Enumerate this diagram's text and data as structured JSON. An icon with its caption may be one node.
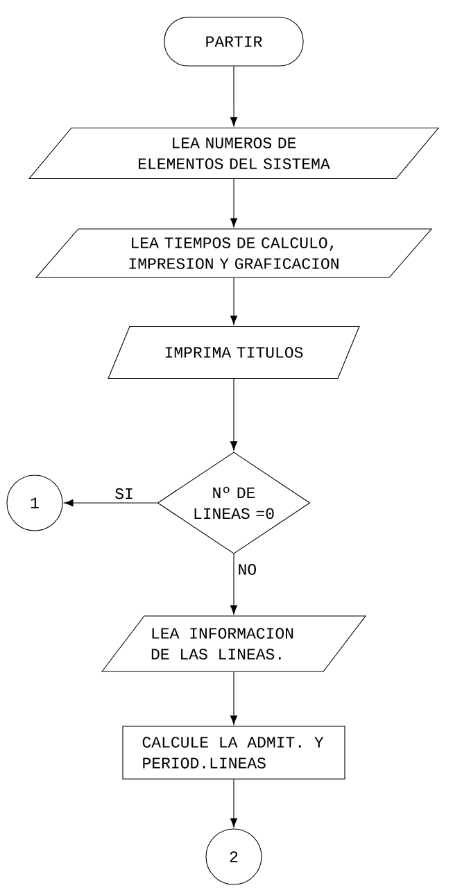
{
  "diagram": {
    "nodes": [
      {
        "text": [
          "PARTIR"
        ]
      },
      {
        "text": [
          "LEA NUMEROS DE ELEMENTOS DEL SISTEMA"
        ]
      },
      {
        "text": [
          "LEA TIEMPOS DE CALCULO, IMPRESION Y GRAFICACION"
        ]
      },
      {
        "text": [
          "IMPRIMA TITULOS"
        ]
      },
      {
        "text": [
          "Nº DE LINEAS =0"
        ]
      },
      {
        "text": [
          "1"
        ]
      },
      {
        "text": [
          "LEA INFORMACION DE LAS LINEAS."
        ]
      },
      {
        "text": [
          "CALCULE LA ADMIT. Y PERIOD.LINEAS"
        ]
      },
      {
        "text": [
          "2"
        ]
      }
    ],
    "edges": [
      {
        "from": 0,
        "to": 1,
        "arrow": "to"
      },
      {
        "from": 1,
        "to": 2,
        "arrow": "to"
      },
      {
        "from": 2,
        "to": 3,
        "arrow": "to"
      },
      {
        "from": 3,
        "to": 4,
        "arrow": "to"
      },
      {
        "from": 4,
        "to": 5,
        "arrow": "to",
        "label": "SI"
      },
      {
        "from": 4,
        "to": 6,
        "arrow": "to",
        "label": "NO"
      },
      {
        "from": 6,
        "to": 7,
        "arrow": "to"
      },
      {
        "from": 7,
        "to": 8,
        "arrow": "to"
      }
    ]
  }
}
